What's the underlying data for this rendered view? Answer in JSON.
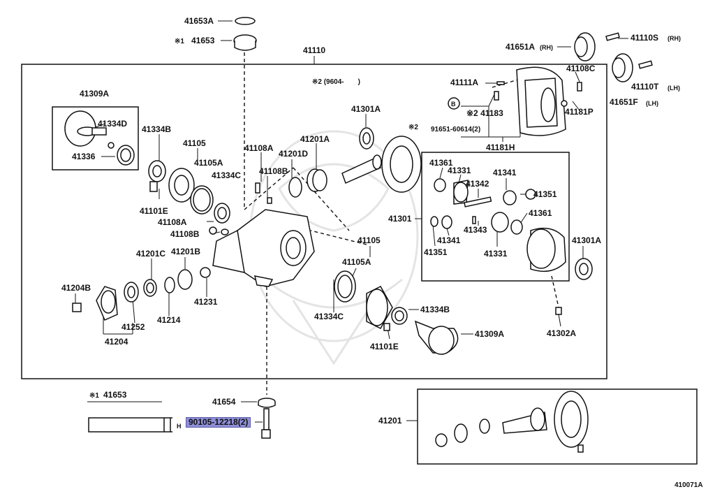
{
  "catalog_code": "410071A",
  "labels": {
    "p41653A_top": "41653A",
    "p41653_top": "41653",
    "mark1_top": "※1",
    "p41110": "41110",
    "note_9604": "※2 (9604-　　)",
    "p41651A": "41651A",
    "p41651A_suffix": "(RH)",
    "p41110S": "41110S",
    "p41110S_suffix": "(RH)",
    "p41108C": "41108C",
    "p41110T": "41110T",
    "p41110T_suffix": "(LH)",
    "p41651F": "41651F",
    "p41651F_suffix": "(LH)",
    "p41111A": "41111A",
    "callout_B": "B",
    "p41183": "※2 41183",
    "p41181P": "41181P",
    "p91651": "91651-60614(2)",
    "p41181H": "41181H",
    "mark2_mid": "※2",
    "p41309A_left": "41309A",
    "p41334D": "41334D",
    "p41336": "41336",
    "p41334B_left": "41334B",
    "p41105_left": "41105",
    "p41105A_left": "41105A",
    "p41334C_left": "41334C",
    "p41101E_left": "41101E",
    "p41108A_top": "41108A",
    "p41108B_top": "41108B",
    "p41108A_mid": "41108A",
    "p41108B_mid": "41108B",
    "p41201D": "41201D",
    "p41201A": "41201A",
    "p41301A_top": "41301A",
    "p41361_a": "41361",
    "p41331_a": "41331",
    "p41342": "41342",
    "p41341_a": "41341",
    "p41351_a": "41351",
    "p41301": "41301",
    "p41361_b": "41361",
    "p41343": "41343",
    "p41341_b": "41341",
    "p41351_b": "41351",
    "p41331_b": "41331",
    "p41301A_right": "41301A",
    "p41201C": "41201C",
    "p41201B": "41201B",
    "p41204B": "41204B",
    "p41231": "41231",
    "p41252": "41252",
    "p41214": "41214",
    "p41204": "41204",
    "p41105_right": "41105",
    "p41105A_right": "41105A",
    "p41334C_right": "41334C",
    "p41334B_right": "41334B",
    "p41101E_right": "41101E",
    "p41309A_right": "41309A",
    "p41302A": "41302A",
    "mark1_bottom": "※1",
    "p41653_bottom": "41653",
    "dim_H": "H",
    "p41654": "41654",
    "p90105": "90105-12218(2)",
    "p41201_bottom": "41201"
  },
  "colors": {
    "line": "#111111",
    "highlight": "#8f8fd8",
    "watermark": "#e6e6e6"
  }
}
